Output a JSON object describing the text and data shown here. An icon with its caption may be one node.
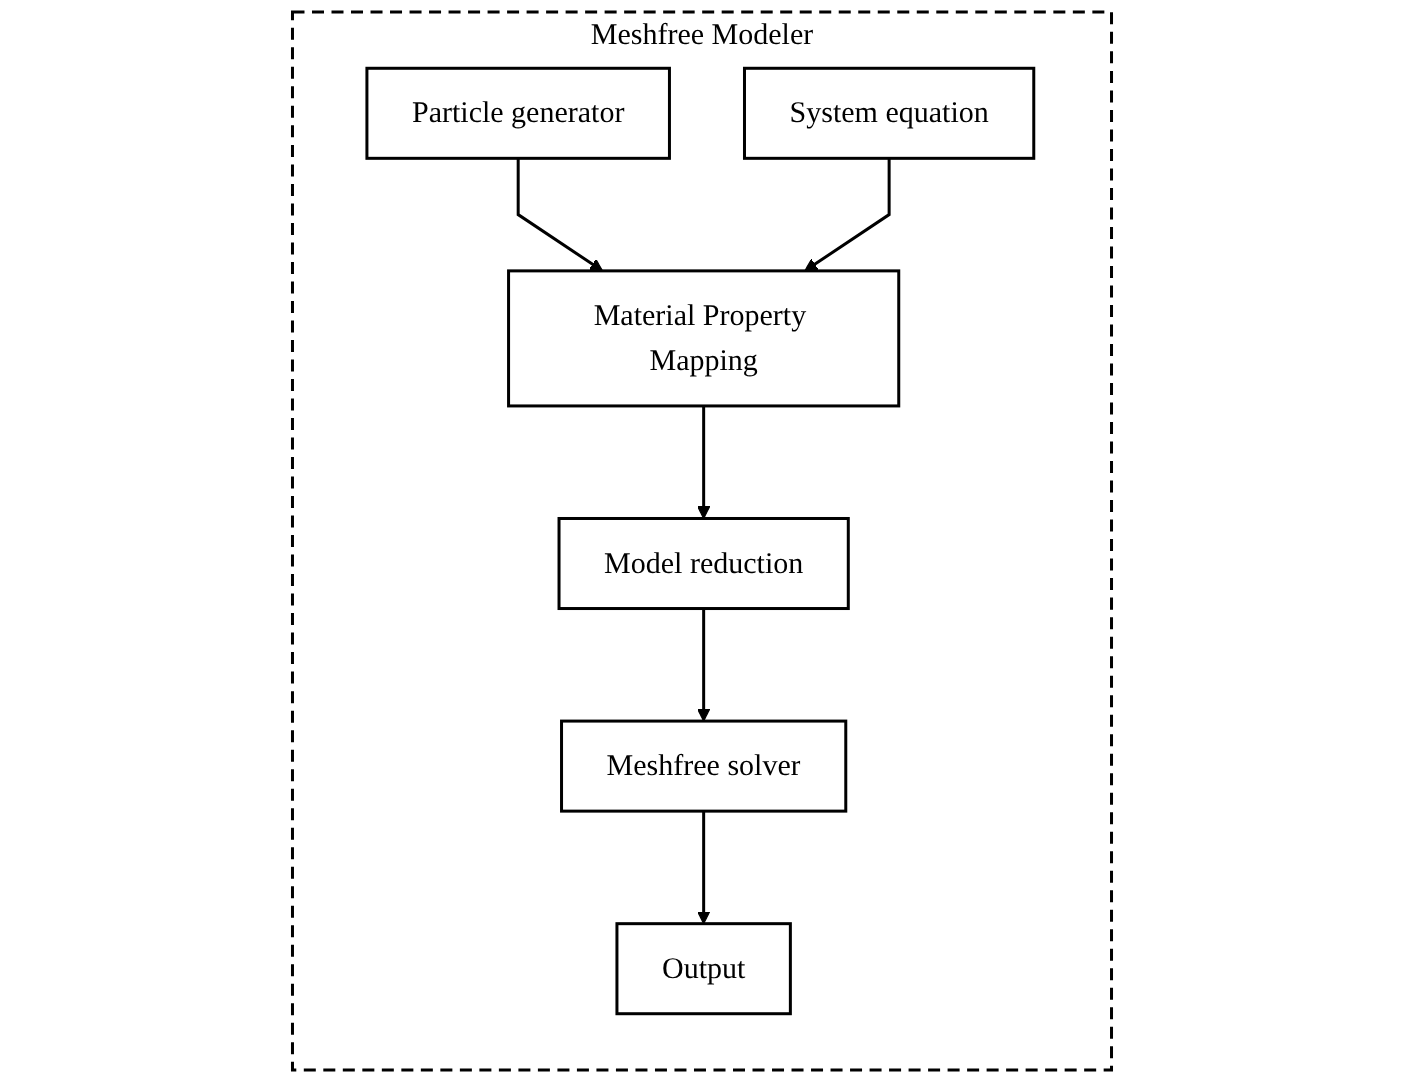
{
  "diagram": {
    "nodes": [
      {
        "text": [
          "Meshfree Modeler"
        ]
      },
      {
        "text": [
          "Particle generator"
        ],
        "in": 0
      },
      {
        "text": [
          "Material Property Mapping"
        ],
        "in": 0
      },
      {
        "text": [
          "System equation"
        ],
        "in": 0
      },
      {
        "text": [
          "Model reduction"
        ],
        "in": 0
      },
      {
        "text": [
          "Meshfree solver"
        ],
        "in": 0
      },
      {
        "text": [
          "Output"
        ],
        "in": 0
      }
    ],
    "edges": [
      {
        "from": 1,
        "to": 2,
        "arrow": "to"
      },
      {
        "from": 3,
        "to": 2,
        "arrow": "to"
      },
      {
        "from": 2,
        "to": 4,
        "arrow": "to"
      },
      {
        "from": 4,
        "to": 5,
        "arrow": "to"
      },
      {
        "from": 5,
        "to": 6,
        "arrow": "to"
      }
    ]
  }
}
